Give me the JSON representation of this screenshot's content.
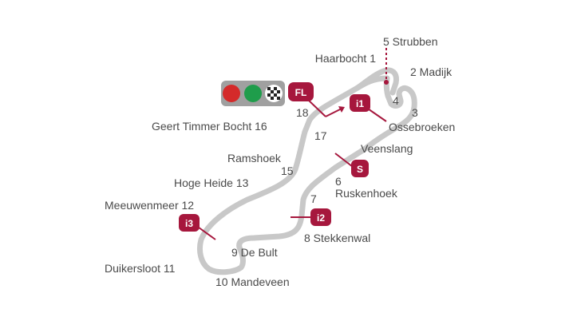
{
  "circuit": {
    "colors": {
      "track": "#c8c8c8",
      "marker": "#a6173d",
      "text": "#4a4a4a",
      "light_red": "#d42a2a",
      "light_green": "#1f9d4b",
      "light_housing": "#a0a0a0"
    },
    "start_lights": {
      "name": "start-lights-icon",
      "lights": [
        "red",
        "green",
        "checkered-flag"
      ]
    },
    "markers": {
      "finish_line": "FL",
      "intermediate_1": "i1",
      "intermediate_2": "i2",
      "intermediate_3": "i3",
      "speed_trap": "S"
    },
    "corners": [
      {
        "id": "1",
        "label": "Haarbocht 1"
      },
      {
        "id": "2",
        "label": "2 Madijk"
      },
      {
        "id": "3",
        "label": "3"
      },
      {
        "id": "3b",
        "label": "Ossebroeken"
      },
      {
        "id": "4",
        "label": "4"
      },
      {
        "id": "5",
        "label": "5 Strubben"
      },
      {
        "id": "6",
        "label": "6"
      },
      {
        "id": "6b",
        "label": "Ruskenhoek"
      },
      {
        "id": "7",
        "label": "7"
      },
      {
        "id": "8",
        "label": "8 Stekkenwal"
      },
      {
        "id": "9",
        "label": "9 De Bult"
      },
      {
        "id": "10",
        "label": "10 Mandeveen"
      },
      {
        "id": "11",
        "label": "Duikersloot 11"
      },
      {
        "id": "12",
        "label": "Meeuwenmeer 12"
      },
      {
        "id": "13",
        "label": "Hoge Heide 13"
      },
      {
        "id": "14",
        "label": "Ramshoek"
      },
      {
        "id": "15",
        "label": "15"
      },
      {
        "id": "16",
        "label": "Geert Timmer Bocht 16"
      },
      {
        "id": "17",
        "label": "17"
      },
      {
        "id": "18",
        "label": "18"
      },
      {
        "id": "vs",
        "label": "Veenslang"
      }
    ]
  }
}
